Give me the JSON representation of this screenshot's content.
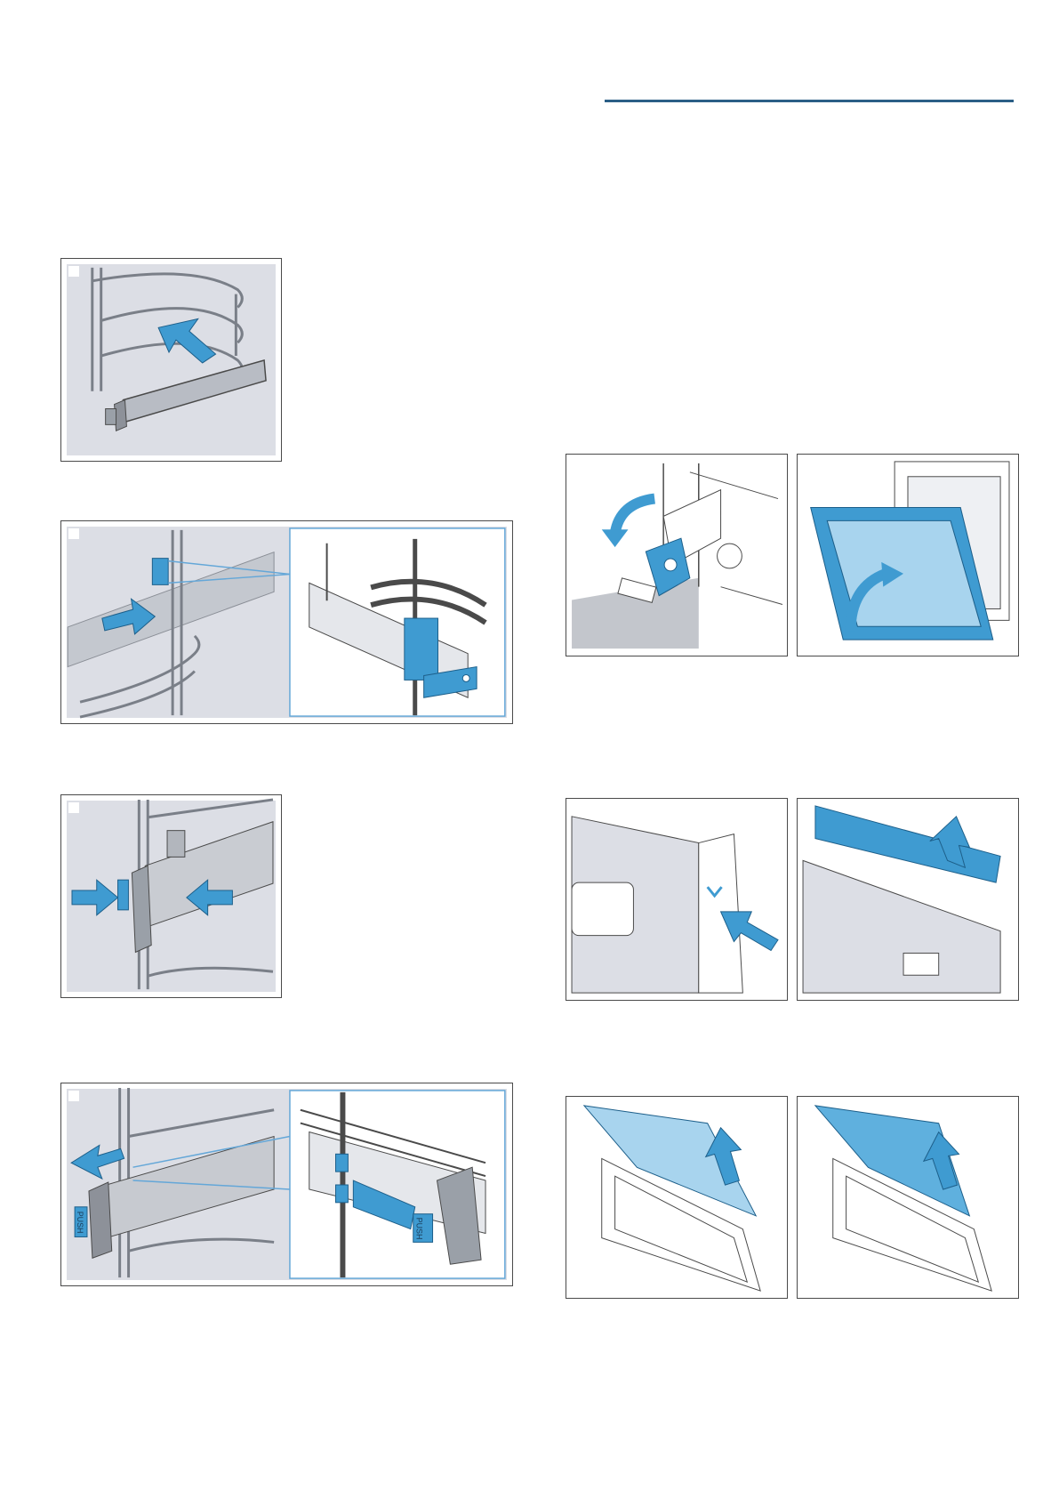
{
  "colors": {
    "accent_rule": "#2b5f86",
    "figure_background": "#dcdee5",
    "highlight_blue": "#3f9bd1",
    "frame_border": "#4a4a4a"
  },
  "figures": {
    "rail_attach_1": {
      "icon": "rail-insert-arrow"
    },
    "rail_attach_2": {
      "icon": "rail-hook-detail"
    },
    "rail_attach_3": {
      "icon": "rail-push-clip"
    },
    "rail_attach_4": {
      "icon": "rail-release-detail",
      "label_1": "PUSH",
      "label_2": "PUSH"
    },
    "door_panel_1": {
      "icon": "hinge-lever-rotate"
    },
    "door_panel_2": {
      "icon": "door-fold-up"
    },
    "door_panel_3": {
      "icon": "door-press-side"
    },
    "door_panel_4": {
      "icon": "door-cover-lift"
    },
    "door_panel_5": {
      "icon": "door-glass-remove"
    },
    "door_panel_6": {
      "icon": "door-glass-remove-2"
    }
  }
}
